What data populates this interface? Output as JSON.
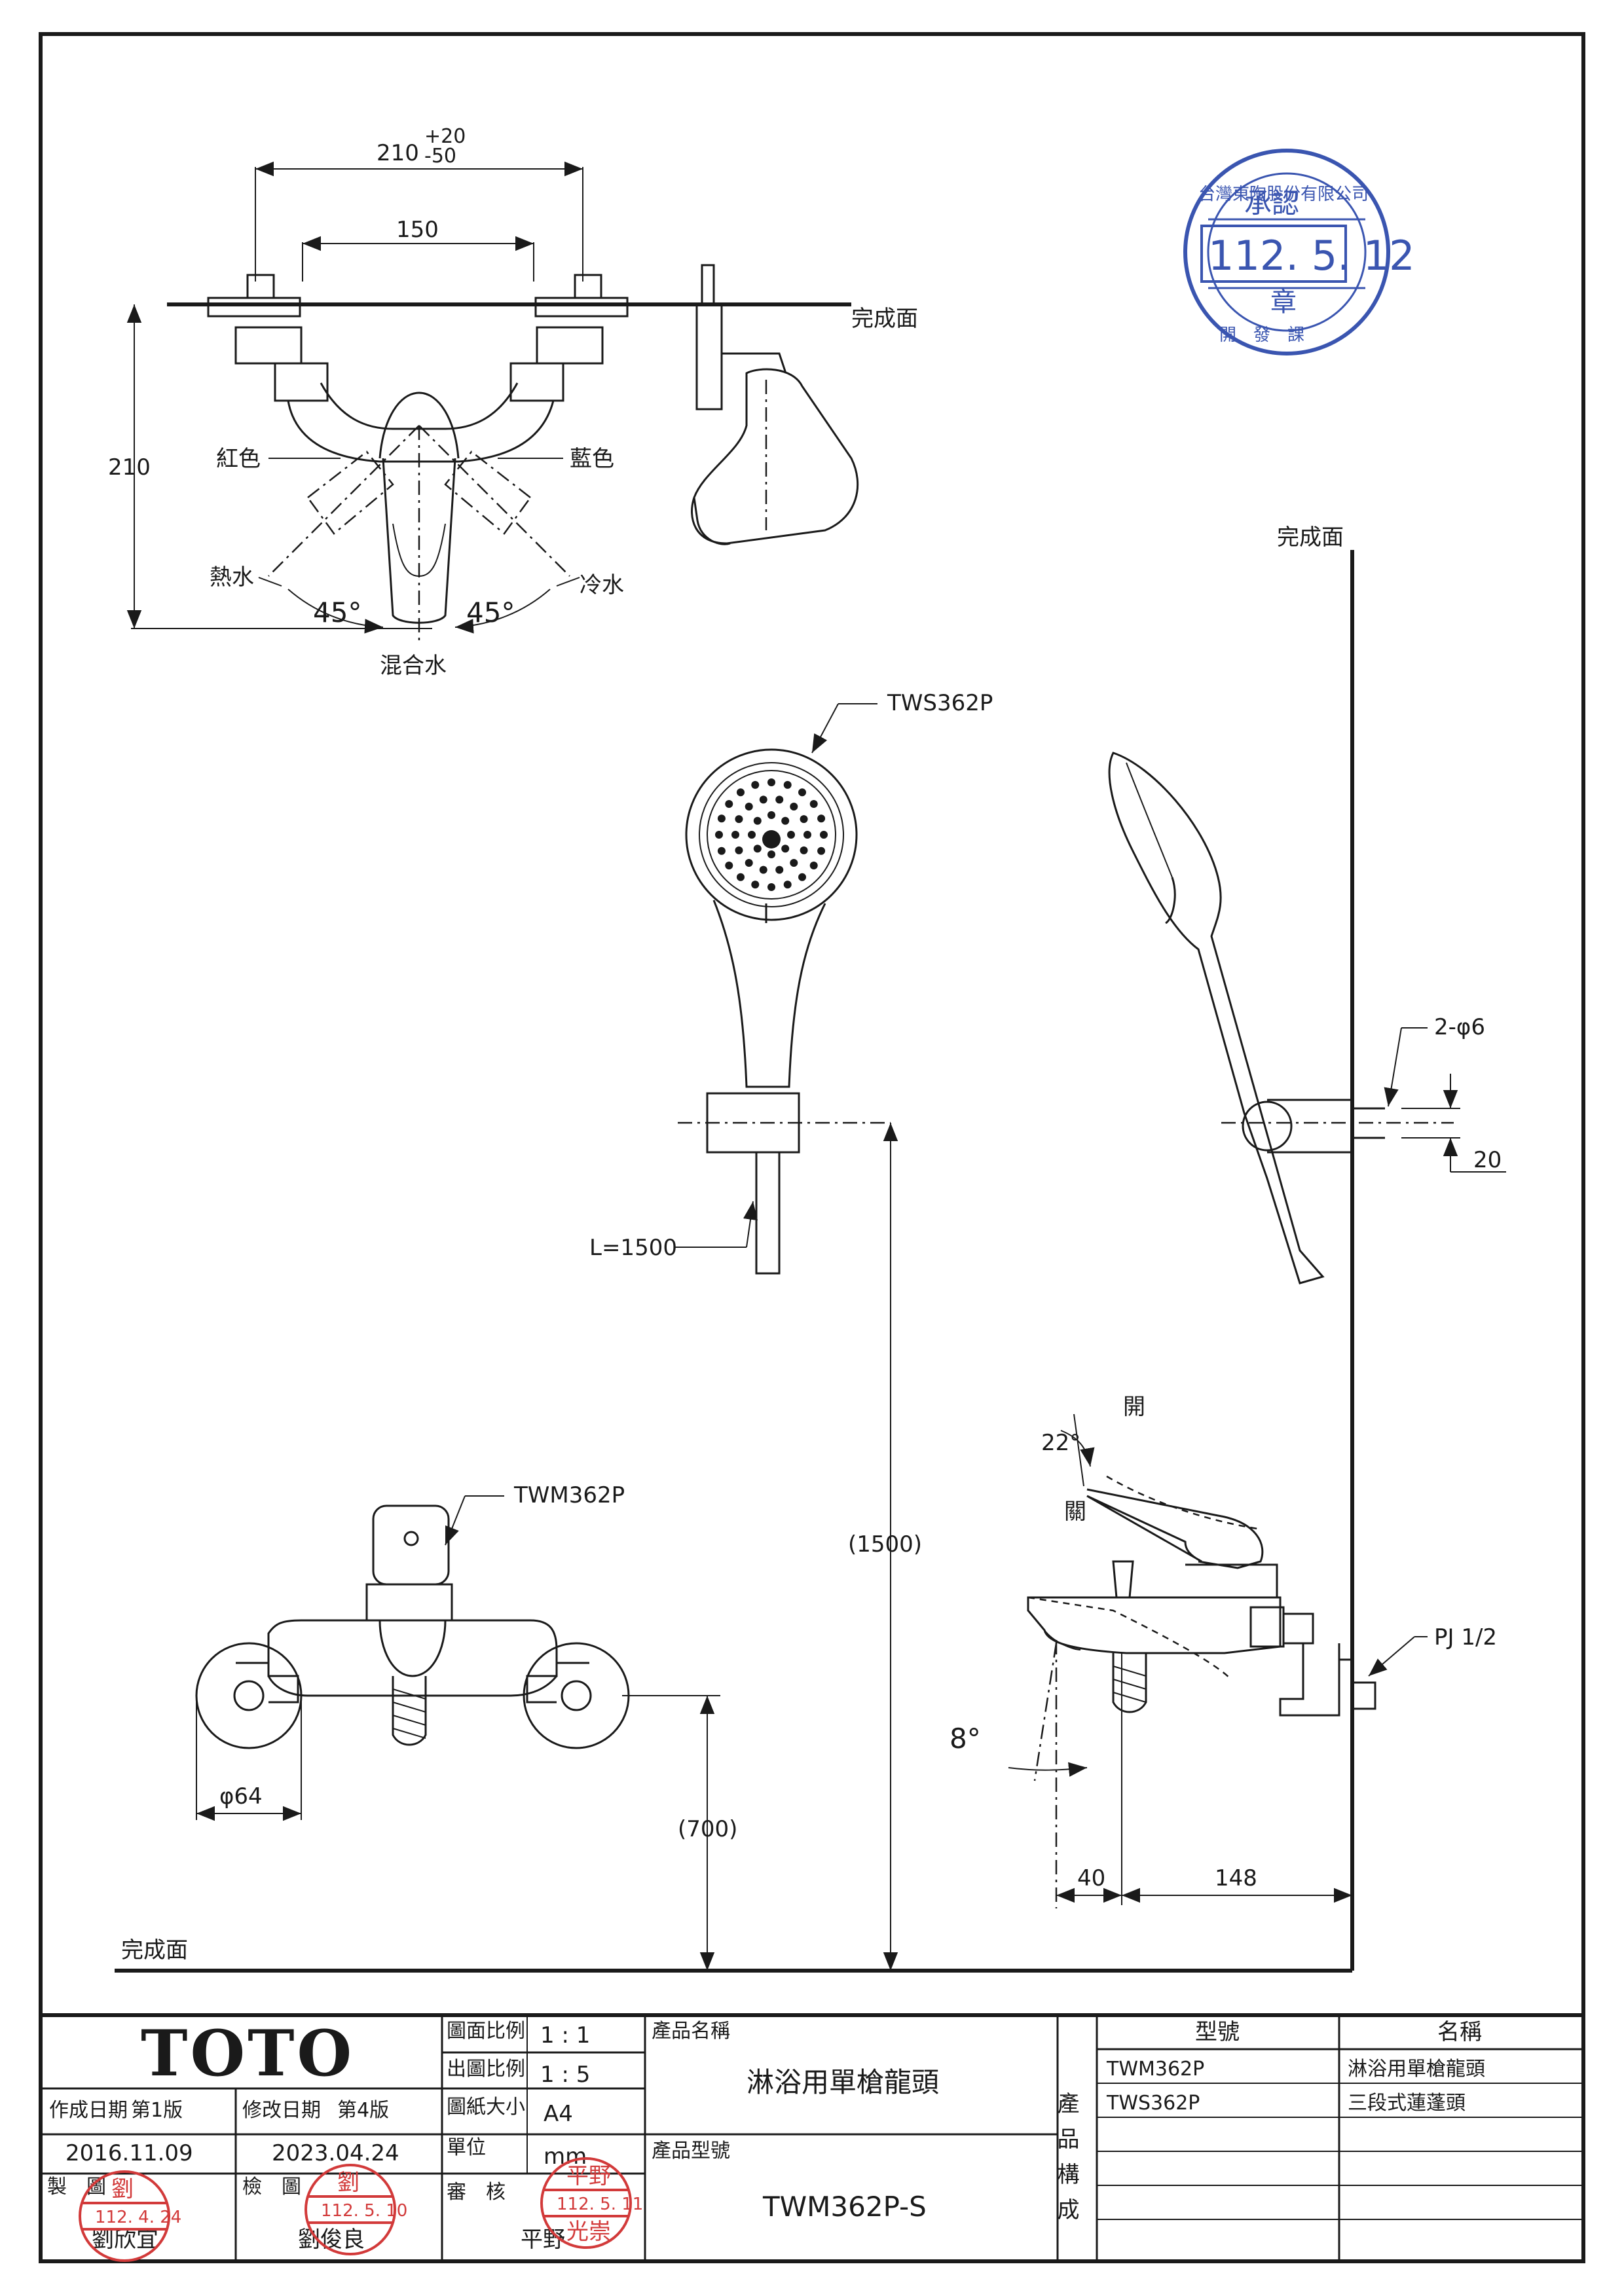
{
  "drawing": {
    "surface_label": "完成面",
    "dims": {
      "overall_width": "210",
      "tol_plus": "+20",
      "tol_minus": "-50",
      "center_width": "150",
      "height": "210",
      "angle_left": "45°",
      "angle_right": "45°",
      "mixed": "混合水",
      "hot": "熱水",
      "cold": "冷水",
      "red": "紅色",
      "blue": "藍色",
      "shower_model": "TWS362P",
      "hose_length": "L=1500",
      "hole_spec": "2-φ6",
      "hole_pitch": "20",
      "height_1500": "(1500)",
      "faucet_model": "TWM362P",
      "diameter": "φ64",
      "height_700": "(700)",
      "open": "開",
      "close": "關",
      "handle_angle": "22°",
      "spout_angle": "8°",
      "pipe": "PJ 1/2",
      "depth_40": "40",
      "depth_148": "148"
    }
  },
  "title_block": {
    "logo": "TOTO",
    "scale_label": "圖面比例",
    "scale_value": "1 : 1",
    "print_scale_label": "出圖比例",
    "print_scale_value": "1 : 5",
    "paper_label": "圖紙大小",
    "paper_value": "A4",
    "unit_label": "單位",
    "unit_value": "mm",
    "created_label": "作成日期",
    "created_version": "第1版",
    "created_date": "2016.11.09",
    "revised_label": "修改日期",
    "revised_version": "第4版",
    "revised_date": "2023.04.24",
    "drawn_label": "製　圖",
    "drawn_name": "劉欣宜",
    "checked_label": "檢　圖",
    "checked_name": "劉俊良",
    "approved_label": "審　核",
    "approved_name": "平野",
    "product_name_label": "產品名稱",
    "product_name": "淋浴用單槍龍頭",
    "product_model_label": "產品型號",
    "product_model": "TWM362P-S",
    "composition_label": "產品構成",
    "model_col": "型號",
    "name_col": "名稱",
    "parts": [
      {
        "model": "TWM362P",
        "name": "淋浴用單槍龍頭"
      },
      {
        "model": "TWS362P",
        "name": "三段式蓮蓬頭"
      }
    ]
  },
  "stamps": {
    "approval_company": "台灣東陶股份有限公司",
    "approval_word": "承認",
    "approval_date": "112. 5. 12",
    "approval_seal": "章",
    "approval_dept": "開　發　課",
    "drawn_stamp_surname": "劉",
    "drawn_stamp_date": "112. 4. 24",
    "checked_stamp_surname": "劉",
    "checked_stamp_date": "112. 5. 10",
    "approved_stamp_surname": "平野",
    "approved_stamp_date": "112. 5. 11",
    "approved_stamp_name": "光崇",
    "stamp_red": "#d23a3a",
    "stamp_blue": "#3a55b0"
  }
}
